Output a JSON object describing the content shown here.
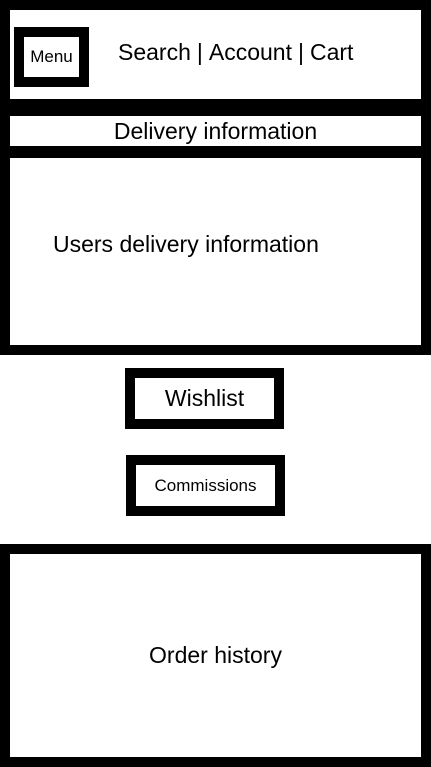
{
  "header": {
    "menu_label": "Menu",
    "nav": {
      "search": "Search",
      "account": "Account",
      "cart": "Cart",
      "separator": "|"
    }
  },
  "delivery": {
    "bar_title": "Delivery information",
    "panel_text": "Users delivery information"
  },
  "buttons": {
    "wishlist": "Wishlist",
    "commissions": "Commissions"
  },
  "order_history": {
    "title": "Order history"
  }
}
